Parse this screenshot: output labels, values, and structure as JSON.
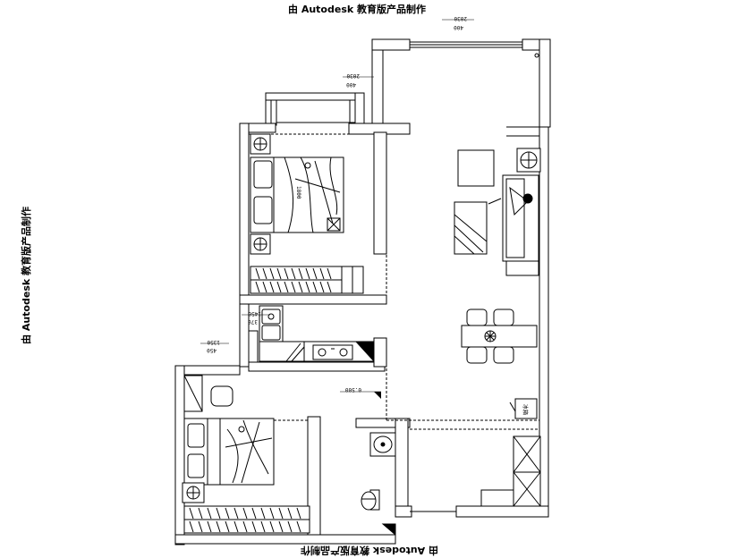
{
  "watermark": {
    "text": "由 Autodesk 教育版产品制作"
  },
  "dimensions": {
    "d1_top": "2030",
    "d1_bottom": "400",
    "d2_top": "2030",
    "d2_bottom": "400",
    "d3_top": "1450",
    "d3_bottom": "370",
    "d4_top": "1350",
    "d4_bottom": "450",
    "level_mark": "0.500",
    "bed_mark": "1800"
  },
  "labels": {
    "fridge": "冰箱"
  }
}
